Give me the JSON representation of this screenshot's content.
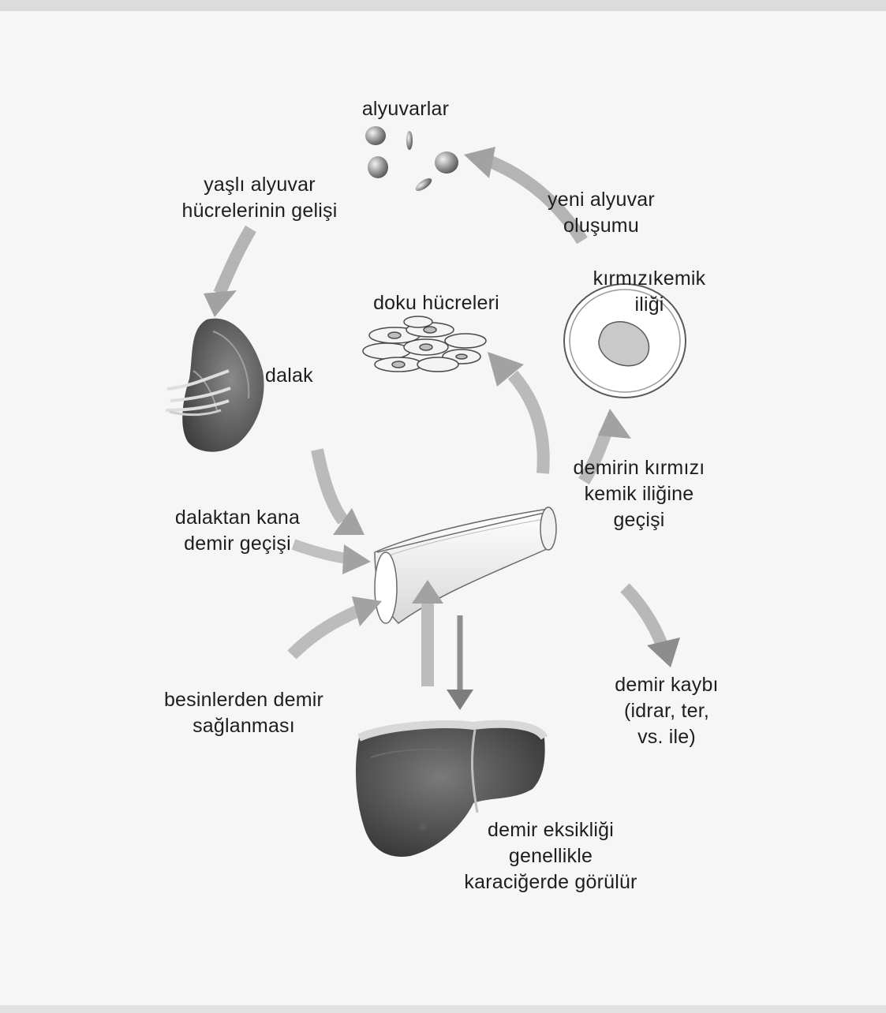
{
  "labels": {
    "alyuvarlar": "alyuvarlar",
    "yasli": "yaşlı alyuvar\nhücrelerinin gelişi",
    "yeni": "yeni alyuvar\noluşumu",
    "kemik_iligi": "kırmızıkemik\niliği",
    "doku": "doku hücreleri",
    "dalak": "dalak",
    "demirin_gecisi": "demirin kırmızı\nkemik iliğine\ngeçişi",
    "dalaktan": "dalaktan kana\ndemir geçişi",
    "besinler": "besinlerden demir\nsağlanması",
    "kayip": "demir kaybı\n(idrar, ter,\nvs. ile)",
    "karaciger": "demir eksikliği\ngenellikle\nkaraciğerde görülür"
  }
}
